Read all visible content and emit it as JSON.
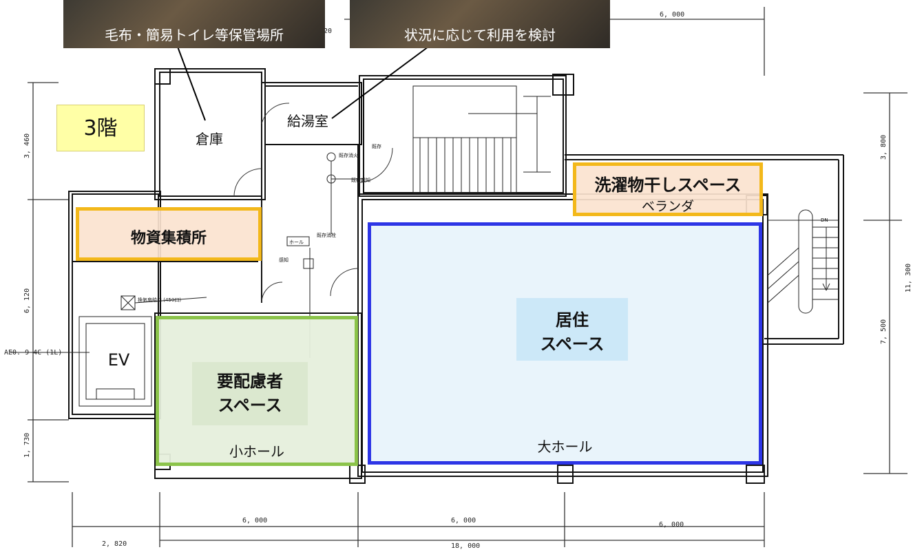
{
  "floor_label": "3階",
  "photos": {
    "storage_caption": "毛布・簡易トイレ等保管場所",
    "kitchen_caption": "状況に応じて利用を検討"
  },
  "rooms": {
    "storage": "倉庫",
    "kitchen": "給湯室",
    "elevator": "EV",
    "small_hall": "小ホール",
    "large_hall": "大ホール",
    "veranda": "ベランダ"
  },
  "zones": {
    "supplies": "物資集積所",
    "laundry": "洗濯物干しスペース",
    "care_line1": "要配慮者",
    "care_line2": "スペース",
    "living_line1": "居住",
    "living_line2": "スペース"
  },
  "plan_text": {
    "hall_small": "ホール",
    "stair_dn": "DN",
    "ae_label": "AE0. 9-4C (1L)",
    "vent_label": "換気扇給口 (450口)",
    "fire_ext": "既存消火",
    "fire_alarm": "既存報知",
    "existing_1": "既存消栓",
    "existing_2": "既存",
    "smoke": "感知"
  },
  "dimensions": {
    "top_right": "6, 000",
    "top_partial": "20",
    "bottom_left": "6, 000",
    "bottom_mid": "6, 000",
    "bottom_right": "6, 000",
    "bottom_first": "2, 820",
    "bottom_total": "18, 000",
    "left_upper": "3, 460",
    "left_mid": "6, 120",
    "left_lower": "1, 730",
    "right_upper": "3, 800",
    "right_lower": "7, 500",
    "right_total": "11, 300"
  },
  "colors": {
    "floor_label_bg": "#ffffa6",
    "supplies_border": "#f3b81a",
    "supplies_fill": "#fbe3cf",
    "laundry_border": "#f3b81a",
    "laundry_fill": "#fbe3cf",
    "care_border": "#8bc34a",
    "care_fill": "#e6efdc",
    "living_border": "#2d35e6",
    "living_fill": "#e8f3fb",
    "living_inner": "#cce8f8"
  }
}
